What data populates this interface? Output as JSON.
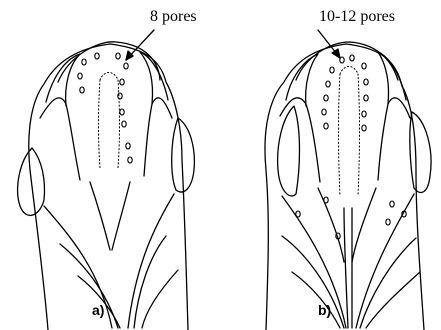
{
  "callouts": {
    "a": "8 pores",
    "b": "10-12 pores"
  },
  "panels": {
    "a": "a)",
    "b": "b)"
  },
  "colors": {
    "ink": "#000000",
    "background": "#ffffff"
  }
}
